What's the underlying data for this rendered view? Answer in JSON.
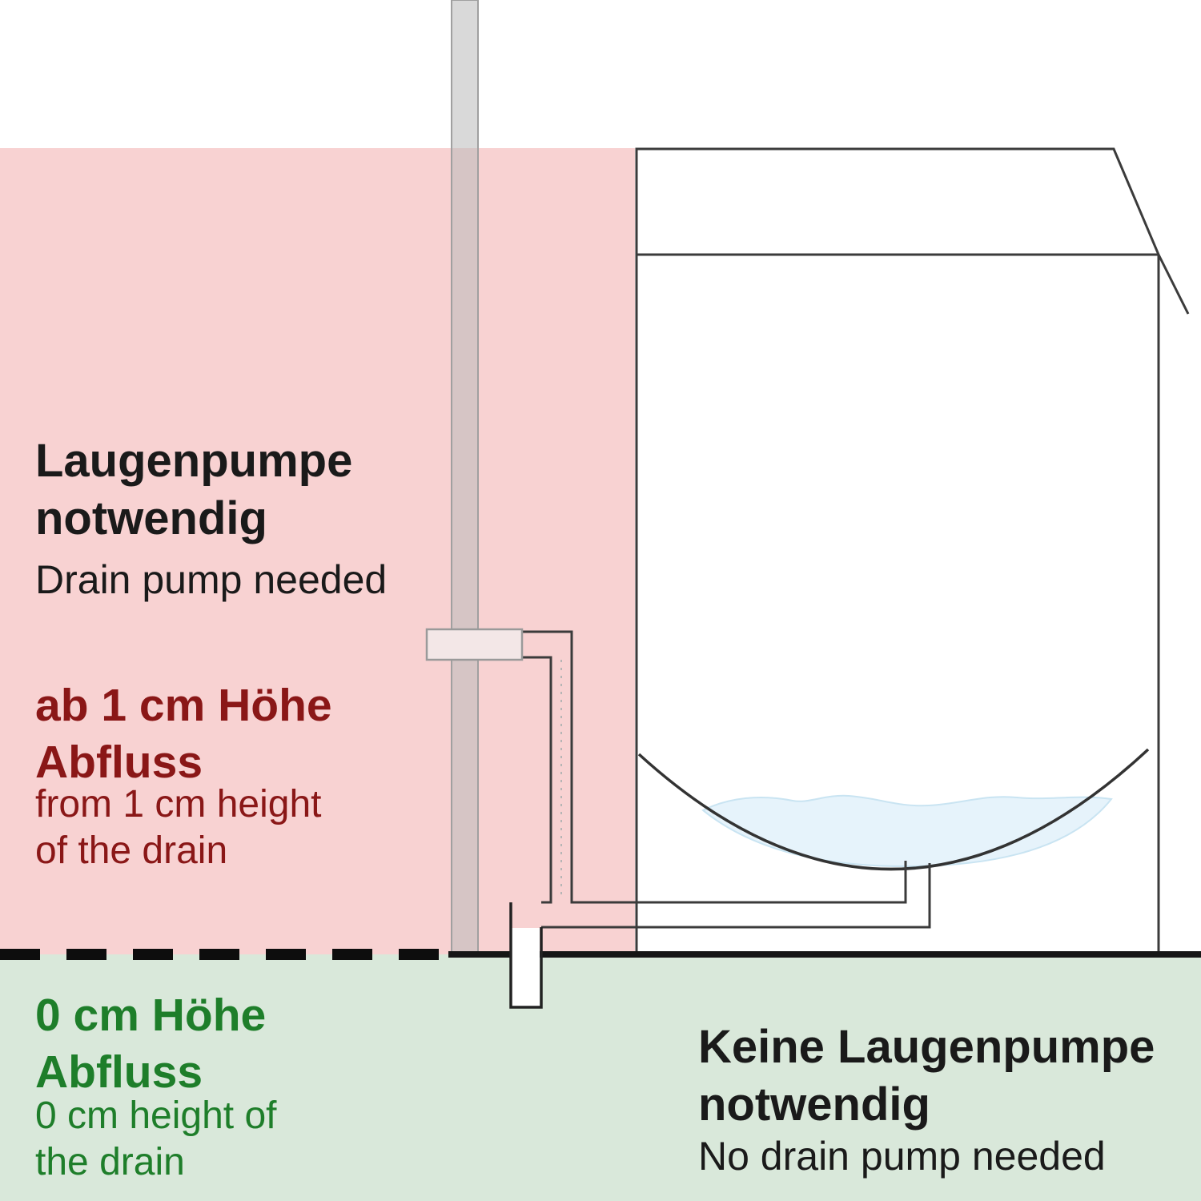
{
  "colors": {
    "pink_zone": "#f8d2d2",
    "green_zone": "#d9e8da",
    "red_text": "#8a1717",
    "green_text": "#1e7e2a",
    "black_text": "#1a1a1a",
    "pipe_gray": "#bababa",
    "water_blue": "#e6f3fb"
  },
  "zones": {
    "drain_pump_needed": {
      "title_de": "Laugenpumpe\nnotwendig",
      "title_en": "Drain pump needed",
      "height_de": "ab 1 cm Höhe\nAbfluss",
      "height_en": "from 1 cm height\nof the drain"
    },
    "no_drain_pump": {
      "height_de": "0 cm Höhe\nAbfluss",
      "height_en": "0 cm height of\nthe drain",
      "title_de": "Keine Laugenpumpe\nnotwendig",
      "title_en": "No drain pump needed"
    }
  }
}
